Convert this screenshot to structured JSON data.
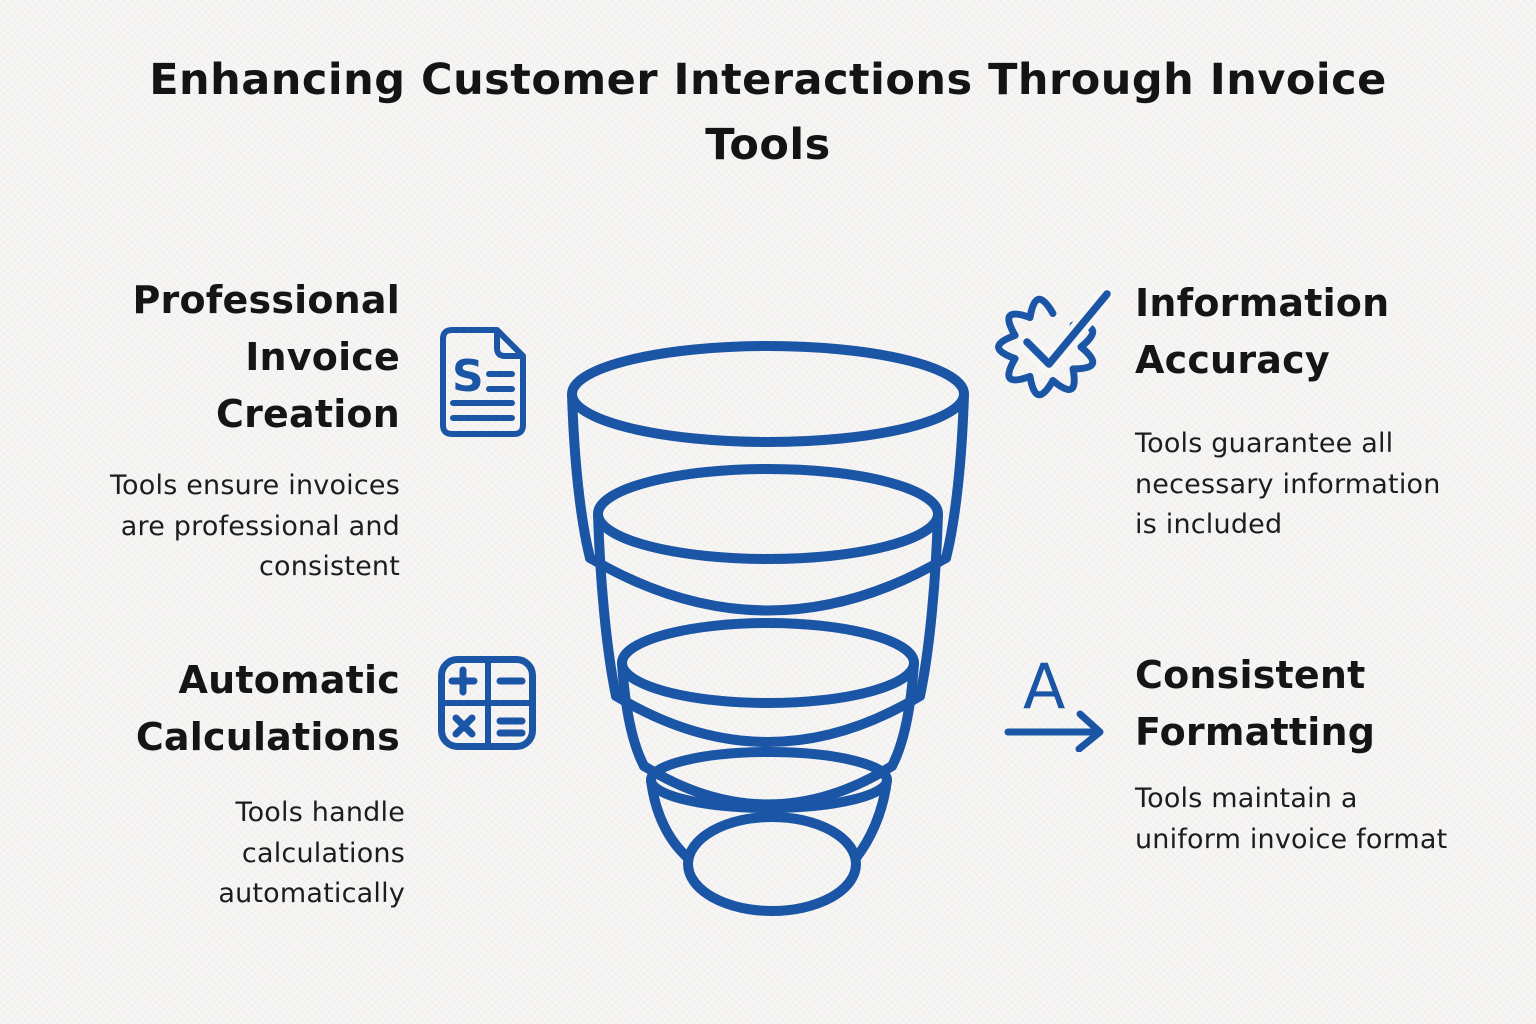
{
  "page": {
    "background": "#f7f6f5",
    "accent_blue": "#1b55a5",
    "text_color": "#151515"
  },
  "title": "Enhancing Customer Interactions Through Invoice\nTools",
  "sections": {
    "professional_invoice_creation": {
      "heading": "Professional\nInvoice\nCreation",
      "description": "Tools ensure invoices\nare professional and\nconsistent",
      "icon": "invoice-document-icon"
    },
    "information_accuracy": {
      "heading": "Information\nAccuracy",
      "description": "Tools guarantee all\nnecessary information\nis included",
      "icon": "verified-badge-icon"
    },
    "automatic_calculations": {
      "heading": "Automatic\nCalculations",
      "description": "Tools handle\ncalculations\nautomatically",
      "icon": "calculator-icon"
    },
    "consistent_formatting": {
      "heading": "Consistent\nFormatting",
      "description": "Tools maintain a\nuniform invoice format",
      "icon": "letter-a-arrow-icon"
    }
  },
  "funnel": {
    "type": "funnel",
    "levels": 4,
    "direction": "top-to-bottom",
    "color": "#1b55a5"
  },
  "icon_glyphs": {
    "calculator_symbols": "+ − × =",
    "document_letter": "S",
    "format_letter": "A"
  }
}
